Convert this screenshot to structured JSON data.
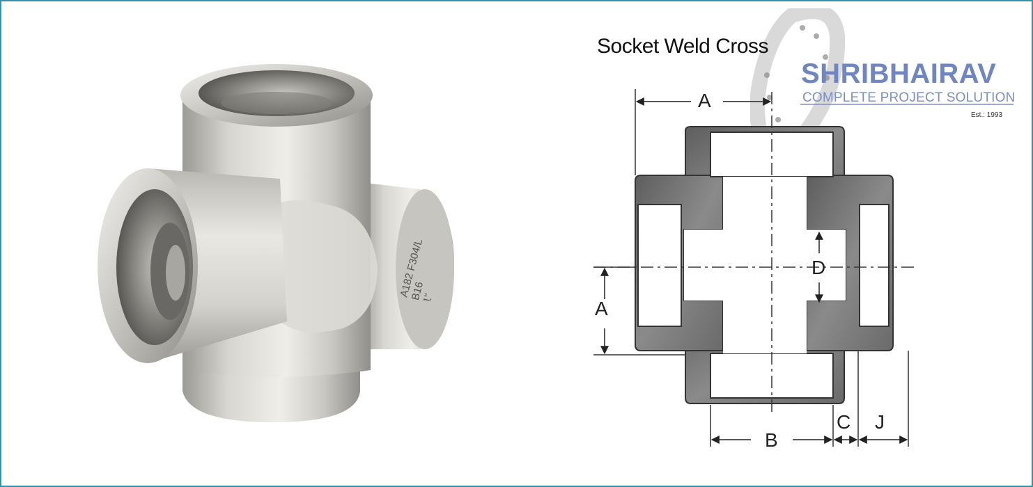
{
  "title": "Socket Weld Cross",
  "logo": {
    "name": "SHRIBHAIRAV",
    "tagline": "COMPLETE PROJECT SOLUTION",
    "established": "Est.: 1993"
  },
  "photo": {
    "markings": [
      "A182 F304/L",
      "B16",
      "1\""
    ]
  },
  "dimensions": {
    "a_top": "A",
    "a_left": "A",
    "b": "B",
    "c": "C",
    "d": "D",
    "j": "J"
  },
  "colors": {
    "border": "#3a8fa8",
    "fitting_wall": "#6e6e6e",
    "logo_blue": "#6f86c3"
  }
}
